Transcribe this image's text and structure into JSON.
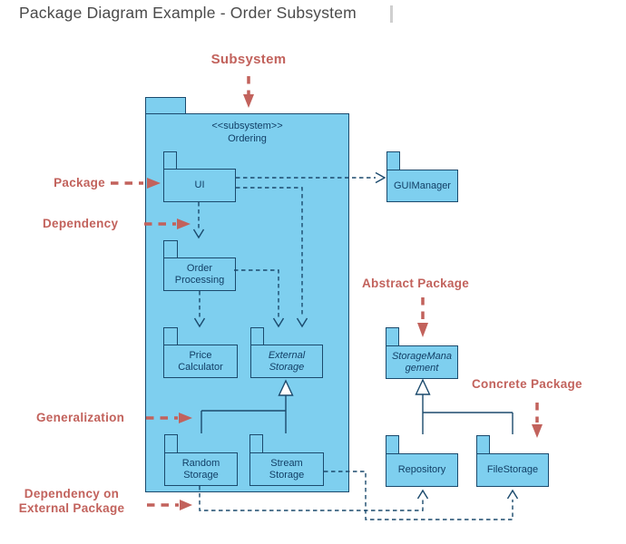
{
  "title": {
    "text": "Package Diagram Example - Order Subsystem"
  },
  "colors": {
    "package_fill": "#7ECFEF",
    "package_border": "#1B4A6D",
    "label_text": "#123F66",
    "annotation": "#C2625C",
    "title_text": "#4A4A4A"
  },
  "subsystem": {
    "stereotype": "<<subsystem>>",
    "name": "Ordering"
  },
  "packages": {
    "ui": {
      "label": "UI"
    },
    "gui_manager": {
      "label": "GUIManager"
    },
    "order_processing": {
      "label": "Order\nProcessing"
    },
    "price_calculator": {
      "label": "Price\nCalculator"
    },
    "external_storage": {
      "label": "External\nStorage"
    },
    "random_storage": {
      "label": "Random\nStorage"
    },
    "stream_storage": {
      "label": "Stream\nStorage"
    },
    "storage_management": {
      "label": "StorageMana\ngement"
    },
    "repository": {
      "label": "Repository"
    },
    "file_storage": {
      "label": "FileStorage"
    }
  },
  "annotations": {
    "subsystem": "Subsystem",
    "package": "Package",
    "dependency": "Dependency",
    "generalization": "Generalization",
    "dependency_external": "Dependency on\nExternal Package",
    "abstract_package": "Abstract Package",
    "concrete_package": "Concrete Package"
  }
}
